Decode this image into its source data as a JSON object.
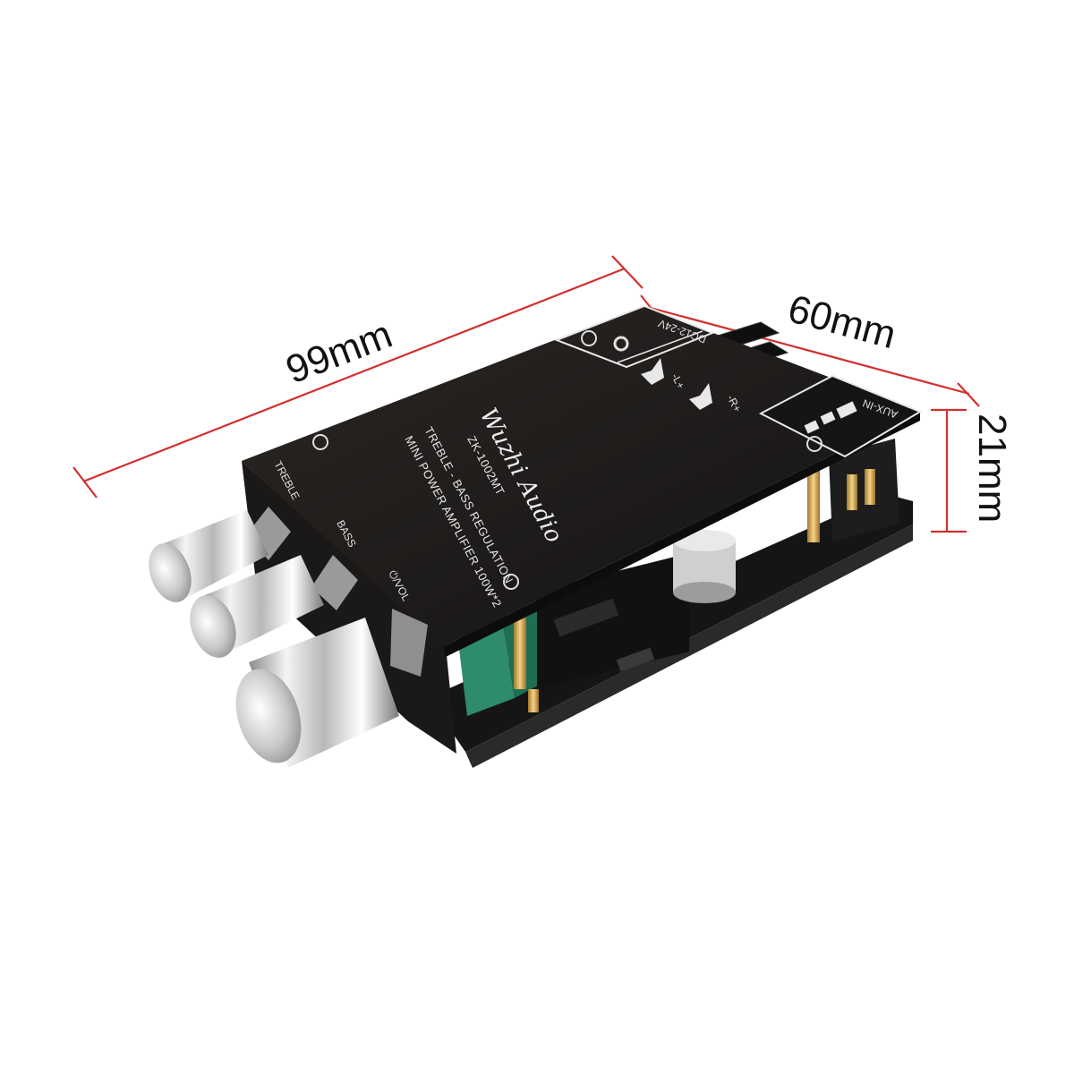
{
  "dimensions": {
    "length": "99mm",
    "width": "60mm",
    "height": "21mm",
    "line_color": "#d32f2f"
  },
  "board": {
    "brand": "Wuzhi Audio",
    "model": "ZK-1002MT",
    "line1": "TREBLE - BASS REGULATION",
    "line2": "MINI POWER AMPLIFIER 100W*2",
    "label_treble": "TREBLE",
    "label_bass": "BASS",
    "label_vol": "⏻/VOL",
    "label_power": "DC12-24V",
    "label_aux": "AUX-IN",
    "label_left": "-L+",
    "label_right": "-R+",
    "color": "#1c1a19"
  }
}
